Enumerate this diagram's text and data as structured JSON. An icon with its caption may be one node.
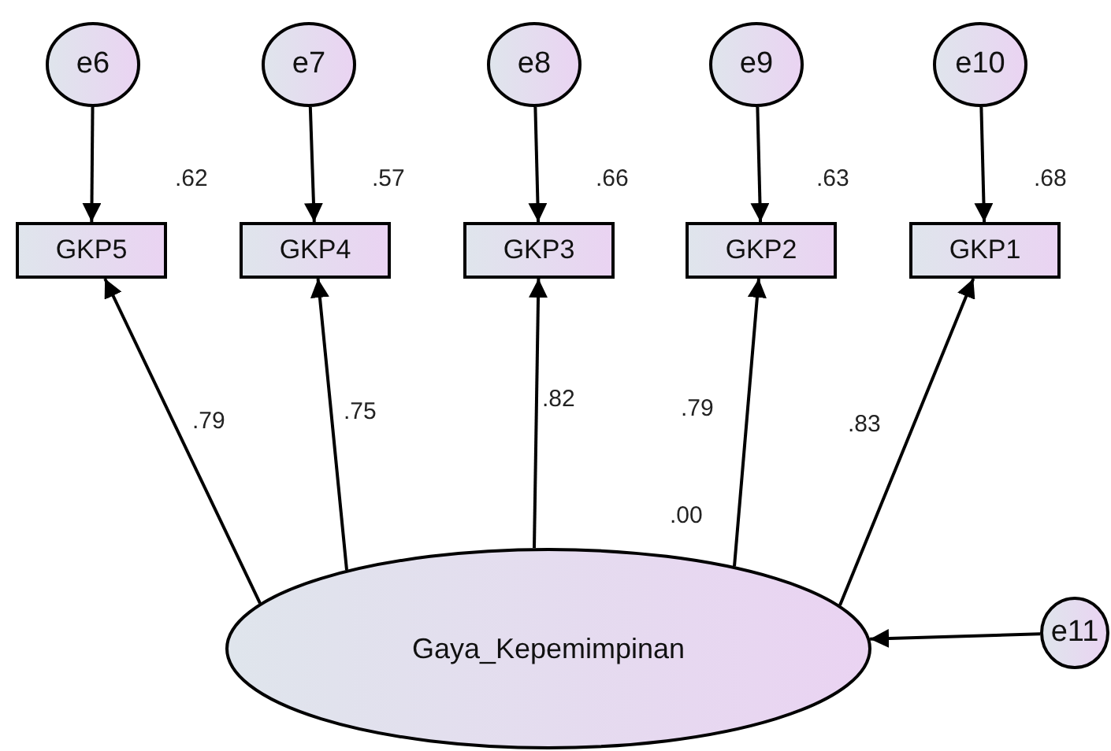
{
  "diagram": {
    "nodes": [
      {
        "text": [
          "e6"
        ]
      },
      {
        "text": [
          "e7"
        ]
      },
      {
        "text": [
          "e8"
        ]
      },
      {
        "text": [
          "e9"
        ]
      },
      {
        "text": [
          "e10"
        ]
      },
      {
        "text": [
          "GKP5"
        ],
        "beside": [
          ".62"
        ]
      },
      {
        "text": [
          "GKP4"
        ],
        "beside": [
          ".57"
        ]
      },
      {
        "text": [
          "GKP3"
        ],
        "beside": [
          ".66"
        ]
      },
      {
        "text": [
          "GKP2"
        ],
        "beside": [
          ".63"
        ]
      },
      {
        "text": [
          "GKP1"
        ],
        "beside": [
          ".68"
        ]
      },
      {
        "text": [
          "Gaya_Kepemimpinan"
        ],
        "beside": [
          ".00"
        ]
      },
      {
        "text": [
          "e11"
        ]
      }
    ],
    "edges": [
      {
        "from": 0,
        "to": 5,
        "arrow": "to"
      },
      {
        "from": 1,
        "to": 6,
        "arrow": "to"
      },
      {
        "from": 2,
        "to": 7,
        "arrow": "to"
      },
      {
        "from": 3,
        "to": 8,
        "arrow": "to"
      },
      {
        "from": 4,
        "to": 9,
        "arrow": "to"
      },
      {
        "from": 10,
        "to": 5,
        "arrow": "to",
        "label": ".79"
      },
      {
        "from": 10,
        "to": 6,
        "arrow": "to",
        "label": ".75"
      },
      {
        "from": 10,
        "to": 7,
        "arrow": "to",
        "label": ".82"
      },
      {
        "from": 10,
        "to": 8,
        "arrow": "to",
        "label": ".79"
      },
      {
        "from": 10,
        "to": 9,
        "arrow": "to",
        "label": ".83"
      },
      {
        "from": 11,
        "to": 10,
        "arrow": "to"
      }
    ]
  }
}
